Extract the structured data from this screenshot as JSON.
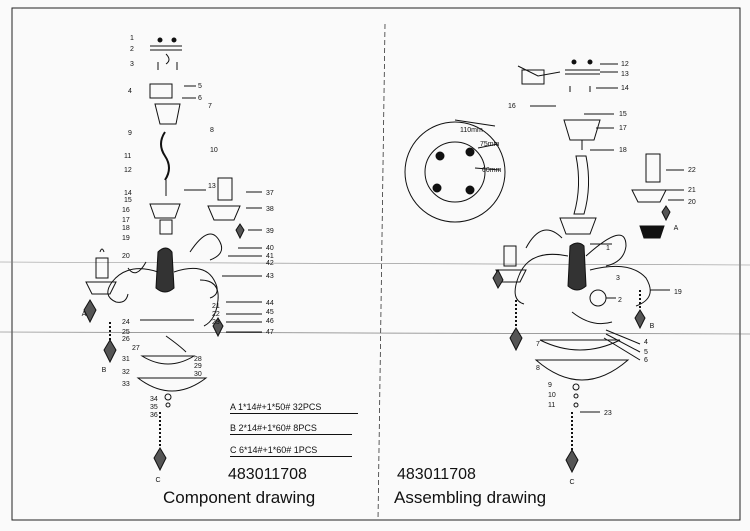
{
  "left_panel": {
    "model_number": "483011708",
    "title": "Component drawing",
    "specs": [
      "A  1*14#+1*50#  32PCS",
      "B  2*14#+1*60#  8PCS",
      "C  6*14#+1*60#  1PCS"
    ],
    "drop_labels": [
      "A",
      "B",
      "C"
    ],
    "callouts": [
      "1",
      "2",
      "3",
      "4",
      "5",
      "6",
      "7",
      "8",
      "9",
      "10",
      "11",
      "12",
      "13",
      "14",
      "15",
      "16",
      "17",
      "18",
      "19",
      "20",
      "21",
      "22",
      "23",
      "24",
      "25",
      "26",
      "27",
      "28",
      "29",
      "30",
      "31",
      "32",
      "33",
      "34",
      "35",
      "36",
      "37",
      "38",
      "39",
      "40",
      "41",
      "42",
      "43",
      "44",
      "45",
      "46",
      "47"
    ]
  },
  "right_panel": {
    "model_number": "483011708",
    "title": "Assembling drawing",
    "drop_labels": [
      "A",
      "B",
      "C"
    ],
    "dimensions": [
      "110mm",
      "75mm",
      "60mm"
    ],
    "callouts": [
      "1",
      "2",
      "3",
      "4",
      "5",
      "6",
      "7",
      "8",
      "9",
      "10",
      "11",
      "12",
      "13",
      "14",
      "15",
      "16",
      "17",
      "18",
      "19",
      "20",
      "21",
      "22",
      "23"
    ]
  }
}
